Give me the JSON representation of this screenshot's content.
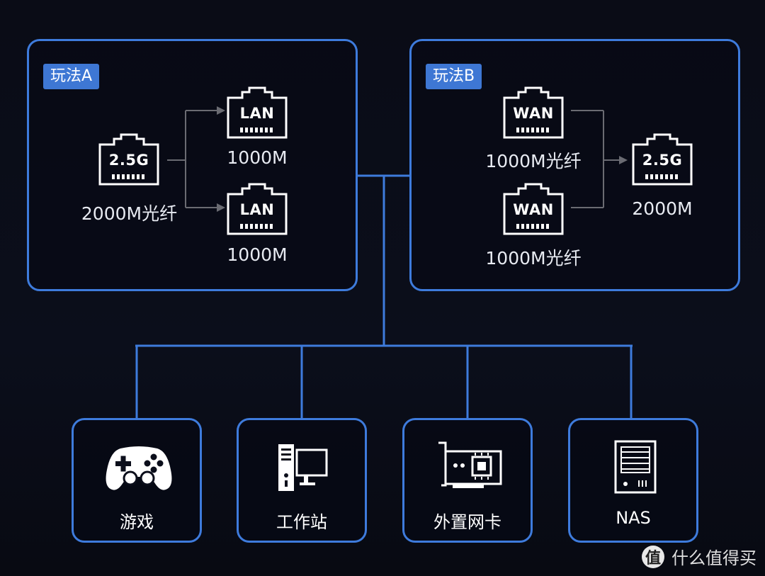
{
  "panels": {
    "a": {
      "tag": "玩法A",
      "source": {
        "port": "2.5G",
        "caption": "2000M光纤"
      },
      "outputs": [
        {
          "port": "LAN",
          "caption": "1000M"
        },
        {
          "port": "LAN",
          "caption": "1000M"
        }
      ]
    },
    "b": {
      "tag": "玩法B",
      "inputs": [
        {
          "port": "WAN",
          "caption": "1000M光纤"
        },
        {
          "port": "WAN",
          "caption": "1000M光纤"
        }
      ],
      "target": {
        "port": "2.5G",
        "caption": "2000M"
      }
    }
  },
  "devices": [
    {
      "label": "游戏",
      "icon": "gamepad-icon"
    },
    {
      "label": "工作站",
      "icon": "workstation-icon"
    },
    {
      "label": "外置网卡",
      "icon": "network-card-icon"
    },
    {
      "label": "NAS",
      "icon": "nas-icon"
    }
  ],
  "colors": {
    "accent": "#3e7bdc",
    "tag": "#3e77d4",
    "background": "#0b0e1b"
  },
  "watermark": {
    "badge": "值",
    "text": "什么值得买"
  }
}
